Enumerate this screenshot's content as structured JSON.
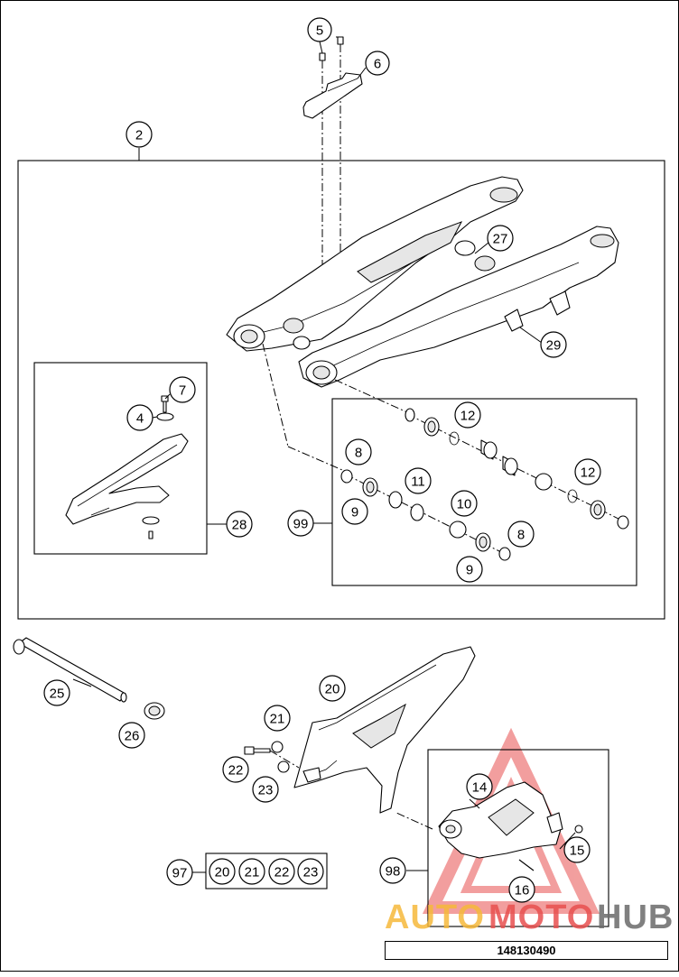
{
  "diagram": {
    "callouts": {
      "c5": "5",
      "c6": "6",
      "c2": "2",
      "c27": "27",
      "c29": "29",
      "c7": "7",
      "c4": "4",
      "c28": "28",
      "c12a": "12",
      "c8a": "8",
      "c11": "11",
      "c99": "99",
      "c9a": "9",
      "c10": "10",
      "c12b": "12",
      "c8b": "8",
      "c9b": "9",
      "c25": "25",
      "c26": "26",
      "c20": "20",
      "c21": "21",
      "c22": "22",
      "c23": "23",
      "c14": "14",
      "c15": "15",
      "c16": "16",
      "c98": "98",
      "c97": "97",
      "k20": "20",
      "k21": "21",
      "k22": "22",
      "k23": "23"
    },
    "document_number": "148130490"
  },
  "watermark": {
    "text_a": "AUTO",
    "text_b": "MOTO",
    "text_c": "HUB",
    "color_a": "#f6b93b",
    "color_b": "#e8504f",
    "color_c": "#6b6b6b"
  }
}
